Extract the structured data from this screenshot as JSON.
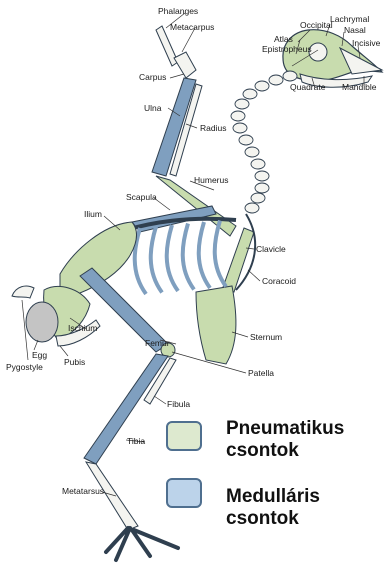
{
  "colors": {
    "pneumatic": "#dde9cf",
    "pneumatic_bone": "#c8dcae",
    "medullary": "#bcd3ea",
    "medullary_bone": "#7f9fbf",
    "outline": "#2f3f4f",
    "white_bone": "#f4f4f0",
    "egg": "#c4c4c4"
  },
  "labels": {
    "phalanges": "Phalanges",
    "metacarpus": "Metacarpus",
    "carpus": "Carpus",
    "ulna": "Ulna",
    "radius": "Radius",
    "humerus": "Humerus",
    "scapula": "Scapula",
    "ilium": "Ilium",
    "clavicle": "Clavicle",
    "coracoid": "Coracoid",
    "ischium": "Ischium",
    "femur": "Femur",
    "sternum": "Sternum",
    "egg": "Egg",
    "pubis": "Pubis",
    "pygostyle": "Pygostyle",
    "patella": "Patella",
    "fibula": "Fibula",
    "tibia": "Tibia",
    "metatarsus": "Metatarsus",
    "occipital": "Occipital",
    "lachrymal": "Lachrymal",
    "atlas": "Atlas",
    "nasal": "Nasal",
    "epistropheus": "Epistropheus",
    "incisive": "Incisive",
    "quadrate": "Quadrate",
    "mandible": "Mandible"
  },
  "legend": {
    "pneumatic_line1": "Pneumatikus",
    "pneumatic_line2": "csontok",
    "medullary_line1": "Medulláris",
    "medullary_line2": "csontok"
  }
}
